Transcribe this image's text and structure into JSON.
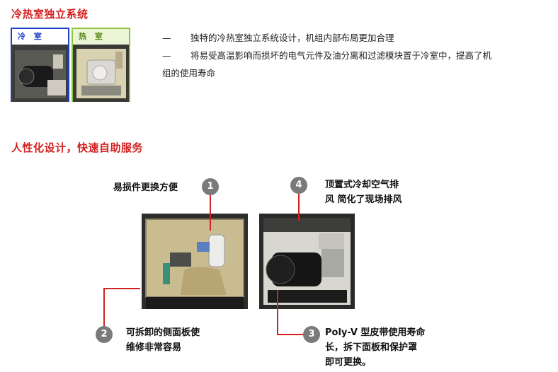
{
  "section1": {
    "title": "冷热室独立系统",
    "cold_label": "冷 室",
    "hot_label": "热 室",
    "bullets": [
      {
        "dash": "—",
        "text": "独特的冷热室独立系统设计，机组内部布局更加合理"
      },
      {
        "dash": "—",
        "text": "将易受高温影响而损坏的电气元件及油分离和过滤模块置于冷室中，提高了机"
      },
      {
        "dash": "",
        "text": "组的使用寿命"
      }
    ]
  },
  "section2": {
    "title": "人性化设计，快速自助服务",
    "callouts": [
      {
        "num": "1",
        "line1": "易损件更换方便",
        "line2": ""
      },
      {
        "num": "2",
        "line1": "可拆卸的侧面板使",
        "line2": "维修非常容易"
      },
      {
        "num": "3",
        "line1": "Poly-V 型皮带使用寿命",
        "line2": "长，拆下面板和保护罩",
        "line3": "即可更换。"
      },
      {
        "num": "4",
        "line1": "顶置式冷却空气排",
        "line2": "风 简化了现场排风"
      }
    ]
  },
  "colors": {
    "accent": "#d42020",
    "cold": "#1d3fc4",
    "hot": "#8cc63f"
  }
}
